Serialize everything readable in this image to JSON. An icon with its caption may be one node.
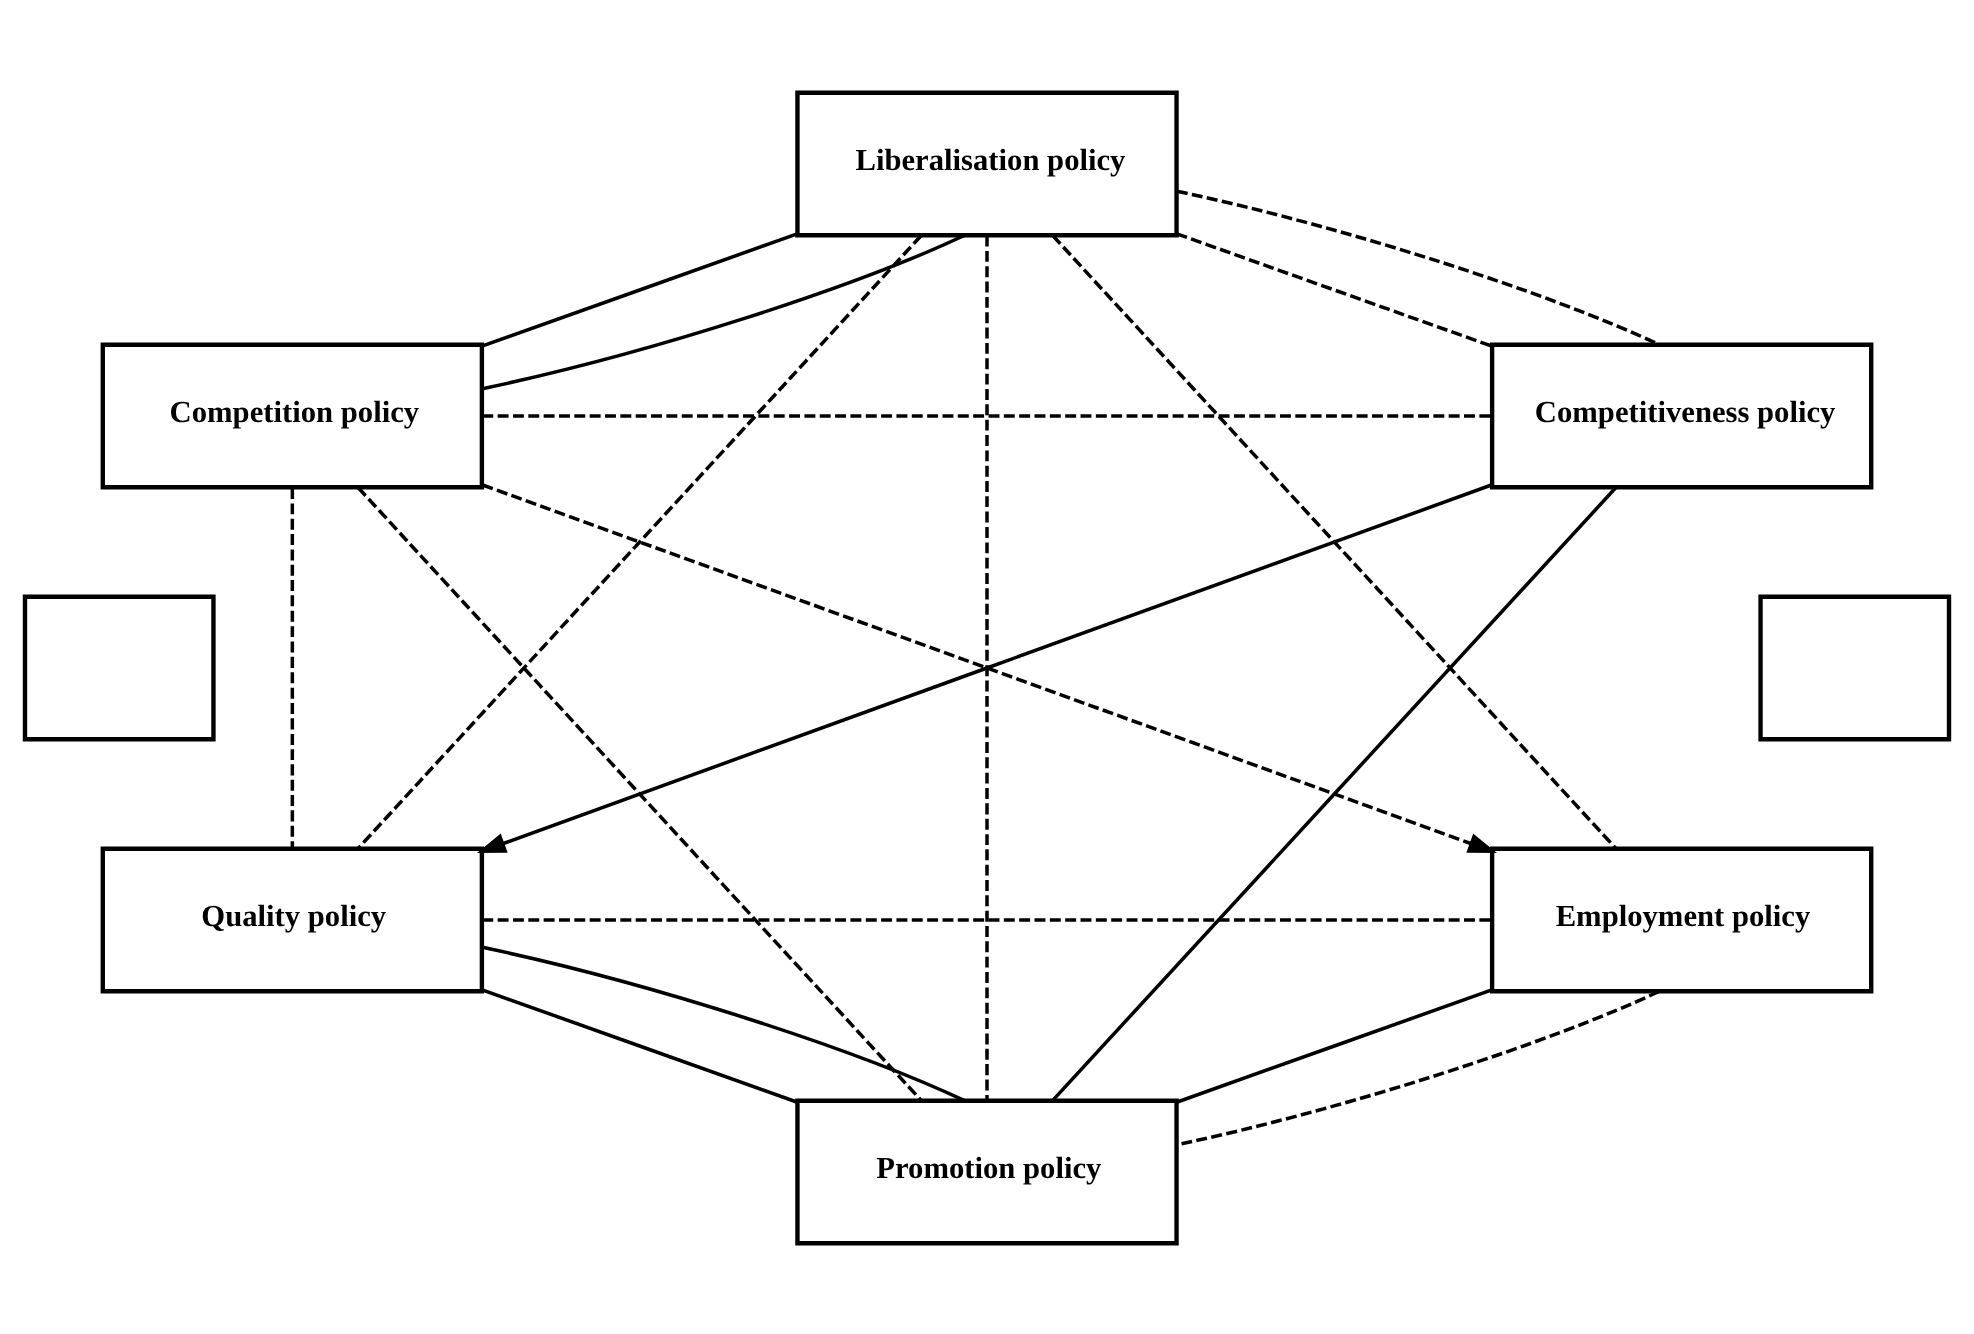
{
  "diagram": {
    "nodes": [
      {
        "text": [
          "Liberalisation policy"
        ]
      },
      {
        "text": [
          "Competition policy"
        ]
      },
      {
        "text": [
          "Competitiveness policy"
        ]
      },
      {
        "text": [],
        "shape": "box"
      },
      {
        "text": [],
        "shape": "box"
      },
      {
        "text": [
          "Quality policy"
        ]
      },
      {
        "text": [
          "Employment policy"
        ]
      },
      {
        "text": [
          "Promotion policy"
        ]
      }
    ],
    "edges": [
      {
        "from": 0,
        "to": 1,
        "arrow": "none"
      },
      {
        "from": 0,
        "to": 1,
        "arrow": "none"
      },
      {
        "from": 0,
        "to": 2,
        "arrow": "none",
        "style": "dashed"
      },
      {
        "from": 0,
        "to": 2,
        "arrow": "none",
        "style": "dashed"
      },
      {
        "from": 0,
        "to": 5,
        "arrow": "none",
        "style": "dashed"
      },
      {
        "from": 0,
        "to": 6,
        "arrow": "none",
        "style": "dashed"
      },
      {
        "from": 0,
        "to": 7,
        "arrow": "none",
        "style": "dashed"
      },
      {
        "from": 1,
        "to": 2,
        "arrow": "none",
        "style": "dashed"
      },
      {
        "from": 1,
        "to": 6,
        "arrow": "to",
        "style": "dashed"
      },
      {
        "from": 1,
        "to": 7,
        "arrow": "none",
        "style": "dashed"
      },
      {
        "from": 1,
        "to": 5,
        "arrow": "none",
        "style": "dashed"
      },
      {
        "from": 2,
        "to": 5,
        "arrow": "to"
      },
      {
        "from": 2,
        "to": 7,
        "arrow": "none"
      },
      {
        "from": 5,
        "to": 6,
        "arrow": "none",
        "style": "dashed"
      },
      {
        "from": 5,
        "to": 7,
        "arrow": "none"
      },
      {
        "from": 5,
        "to": 7,
        "arrow": "none"
      },
      {
        "from": 6,
        "to": 7,
        "arrow": "none"
      },
      {
        "from": 6,
        "to": 7,
        "arrow": "none",
        "style": "dashed"
      }
    ]
  }
}
